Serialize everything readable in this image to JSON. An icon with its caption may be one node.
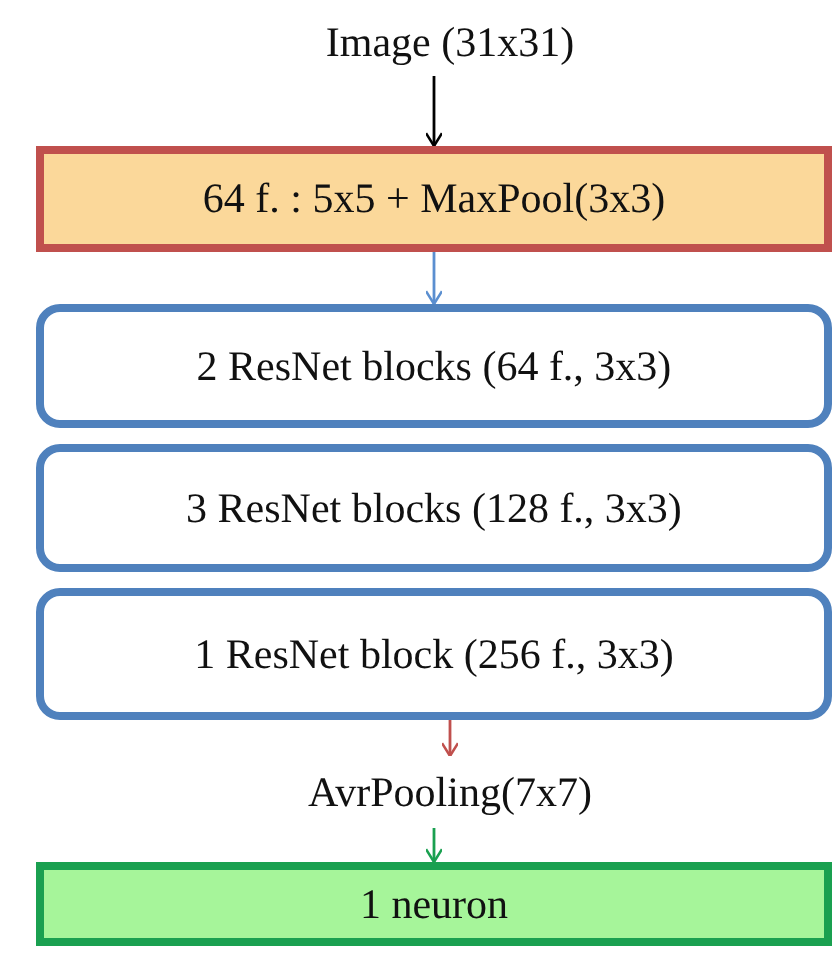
{
  "diagram": {
    "nodes": [
      {
        "text": [
          "Image (31x31)"
        ]
      },
      {
        "text": [
          "64 f. : 5x5 + MaxPool(3x3)"
        ]
      },
      {
        "text": [
          "2 ResNet blocks (64 f., 3x3)"
        ]
      },
      {
        "text": [
          "3 ResNet blocks (128 f., 3x3)"
        ]
      },
      {
        "text": [
          "1 ResNet block (256 f., 3x3)"
        ]
      },
      {
        "text": [
          "AvrPooling(7x7)"
        ]
      },
      {
        "text": [
          "1 neuron"
        ]
      }
    ],
    "edges": [
      {
        "from": 0,
        "to": 1,
        "arrow": "to",
        "color": "#000000"
      },
      {
        "from": 1,
        "to": 2,
        "arrow": "to",
        "color": "#5b8fd0"
      },
      {
        "from": 4,
        "to": 5,
        "arrow": "to",
        "color": "#c0504d"
      },
      {
        "from": 5,
        "to": 6,
        "arrow": "to",
        "color": "#1aa050"
      }
    ]
  }
}
